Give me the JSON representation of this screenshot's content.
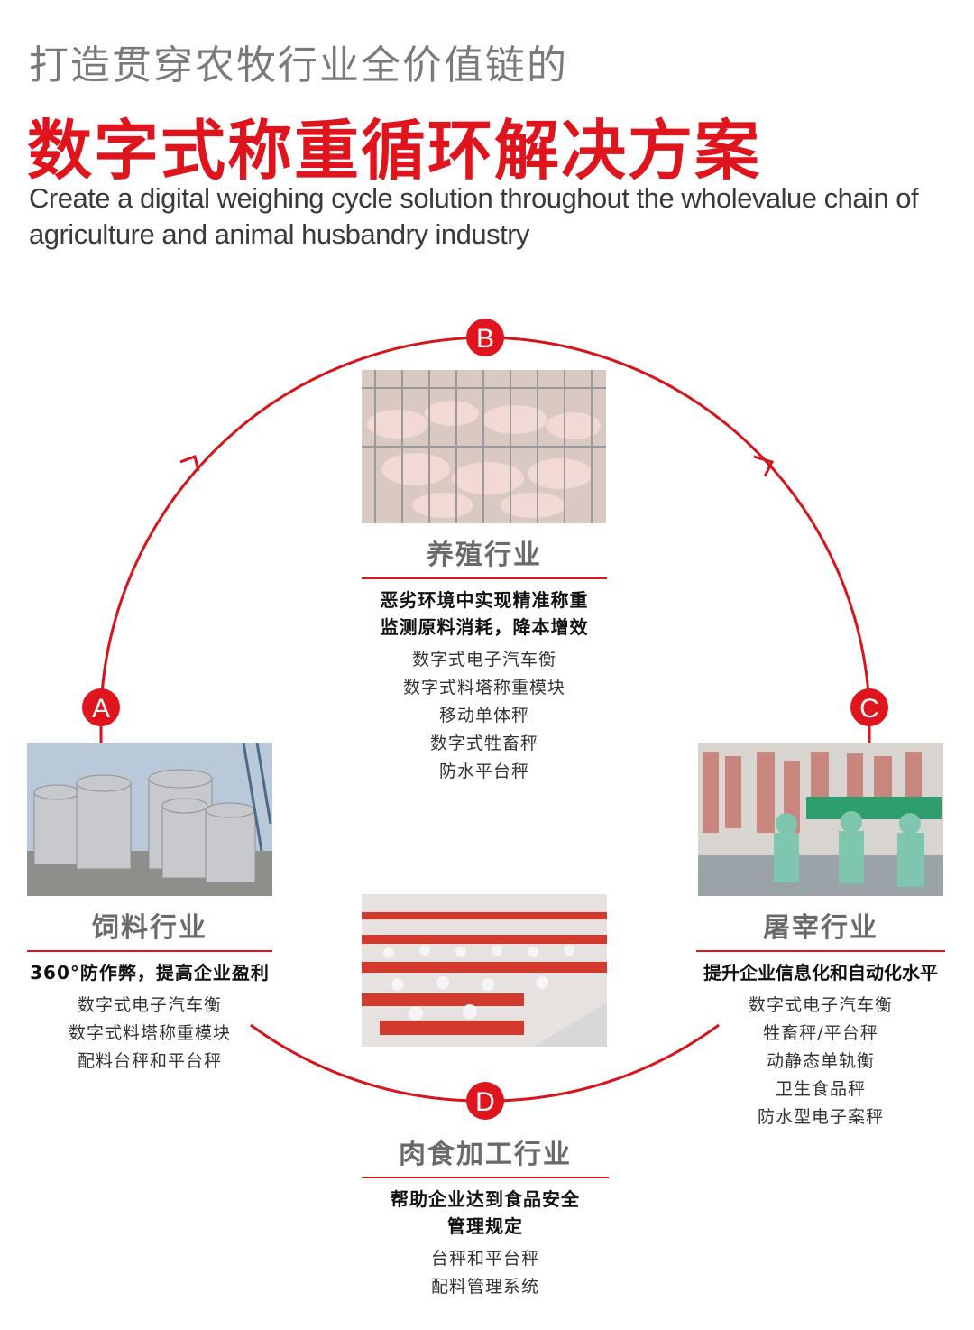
{
  "header": {
    "subtitle_cn": "打造贯穿农牧行业全价值链的",
    "title_cn": "数字式称重循环解决方案",
    "title_en": "Create a digital weighing cycle solution throughout the wholevalue chain of agriculture and animal husbandry industry"
  },
  "colors": {
    "accent": "#e0141d",
    "text_gray": "#7a7a7a"
  },
  "cycle": {
    "badges": [
      "A",
      "B",
      "C",
      "D"
    ]
  },
  "industries": {
    "feed": {
      "badge": "A",
      "title": "饲料行业",
      "slogan": "360°防作弊，提高企业盈利",
      "products": [
        "数字式电子汽车衡",
        "数字式料塔称重模块",
        "配料台秤和平台秤"
      ]
    },
    "breeding": {
      "badge": "B",
      "title": "养殖行业",
      "slogan_lines": [
        "恶劣环境中实现精准称重",
        "监测原料消耗，降本增效"
      ],
      "products": [
        "数字式电子汽车衡",
        "数字式料塔称重模块",
        "移动单体秤",
        "数字式牲畜秤",
        "防水平台秤"
      ]
    },
    "slaughter": {
      "badge": "C",
      "title": "屠宰行业",
      "slogan": "提升企业信息化和自动化水平",
      "products": [
        "数字式电子汽车衡",
        "牲畜秤/平台秤",
        "动静态单轨衡",
        "卫生食品秤",
        "防水型电子案秤"
      ]
    },
    "meat": {
      "badge": "D",
      "title": "肉食加工行业",
      "slogan_lines": [
        "帮助企业达到食品安全",
        "管理规定"
      ],
      "products": [
        "台秤和平台秤",
        "配料管理系统"
      ]
    }
  }
}
